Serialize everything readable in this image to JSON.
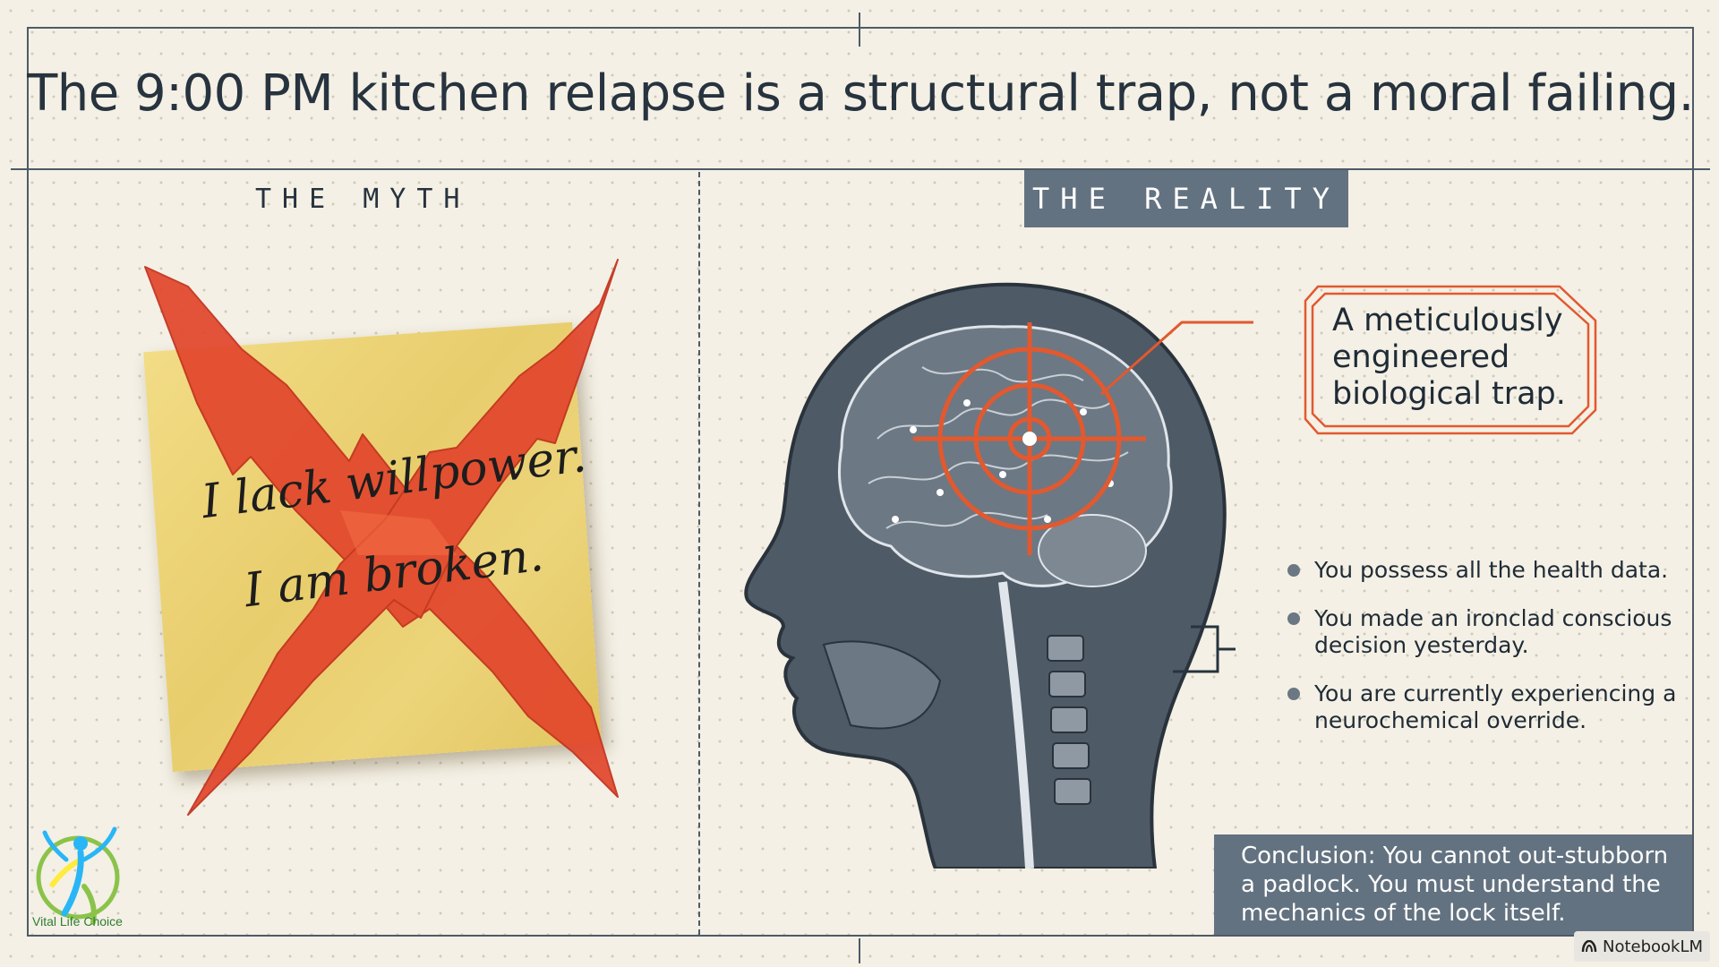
{
  "title": "The 9:00 PM kitchen relapse is a structural trap, not a moral failing.",
  "myth": {
    "label": "THE MYTH",
    "note_line1": "I lack willpower.",
    "note_line2": "I am broken."
  },
  "reality": {
    "label": "THE REALITY",
    "callout": "A meticulously engineered biological trap.",
    "bullets": [
      "You possess all the health data.",
      "You made an ironclad conscious decision yesterday.",
      "You are currently experiencing a neurochemical override."
    ]
  },
  "conclusion": "Conclusion: You cannot out-stubborn a padlock. You must understand the mechanics of the lock itself.",
  "logo_text": "Vital Life Choice",
  "watermark": "NotebookLM",
  "colors": {
    "accent": "#e2592f",
    "slate": "#637280",
    "paper": "#f4f0e5",
    "note": "#ecd47a"
  }
}
